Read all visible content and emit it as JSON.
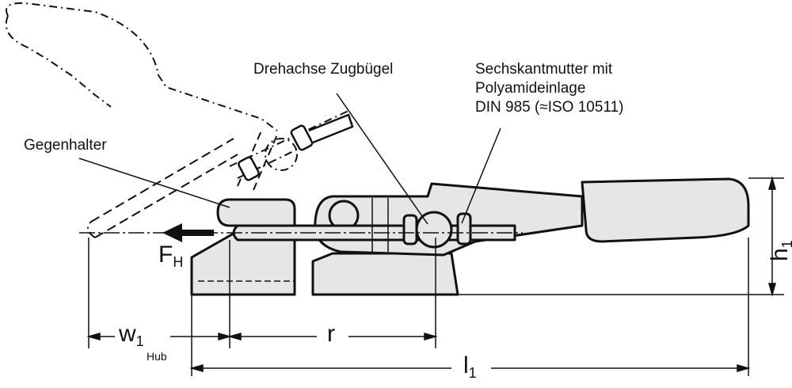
{
  "labels": {
    "counter_holder": "Gegenhalter",
    "pivot": "Drehachse Zugbügel",
    "nut_line1": "Sechskantmutter mit",
    "nut_line2": "Polyamideinlage",
    "nut_line3": "DIN 985 (≈ISO 10511)"
  },
  "dimensions": {
    "force": "F",
    "force_sub": "H",
    "stroke": "w",
    "stroke_sub": "1",
    "stroke_note": "Hub",
    "radius": "r",
    "length": "l",
    "length_sub": "1",
    "height": "h",
    "height_sub": "1"
  },
  "colors": {
    "fill": "#e6e6e6",
    "line": "#111111"
  }
}
